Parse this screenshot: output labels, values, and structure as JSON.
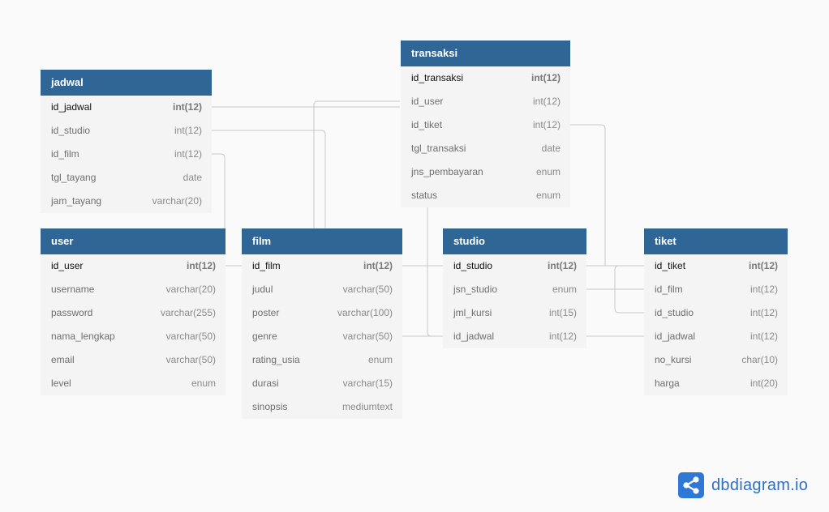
{
  "brand": {
    "name": "dbdiagram.io",
    "icon": "share-nodes-icon",
    "color": "#2f78d6"
  },
  "colors": {
    "header": "#2f6696",
    "body": "#f4f4f4",
    "connector": "#c8c8c8",
    "background": "#fafafa"
  },
  "tables": {
    "jadwal": {
      "name": "jadwal",
      "fields": [
        {
          "name": "id_jadwal",
          "type": "int(12)",
          "pk": true
        },
        {
          "name": "id_studio",
          "type": "int(12)"
        },
        {
          "name": "id_film",
          "type": "int(12)"
        },
        {
          "name": "tgl_tayang",
          "type": "date"
        },
        {
          "name": "jam_tayang",
          "type": "varchar(20)"
        }
      ]
    },
    "transaksi": {
      "name": "transaksi",
      "fields": [
        {
          "name": "id_transaksi",
          "type": "int(12)",
          "pk": true
        },
        {
          "name": "id_user",
          "type": "int(12)"
        },
        {
          "name": "id_tiket",
          "type": "int(12)"
        },
        {
          "name": "tgl_transaksi",
          "type": "date"
        },
        {
          "name": "jns_pembayaran",
          "type": "enum"
        },
        {
          "name": "status",
          "type": "enum"
        }
      ]
    },
    "user": {
      "name": "user",
      "fields": [
        {
          "name": "id_user",
          "type": "int(12)",
          "pk": true
        },
        {
          "name": "username",
          "type": "varchar(20)"
        },
        {
          "name": "password",
          "type": "varchar(255)"
        },
        {
          "name": "nama_lengkap",
          "type": "varchar(50)"
        },
        {
          "name": "email",
          "type": "varchar(50)"
        },
        {
          "name": "level",
          "type": "enum"
        }
      ]
    },
    "film": {
      "name": "film",
      "fields": [
        {
          "name": "id_film",
          "type": "int(12)",
          "pk": true
        },
        {
          "name": "judul",
          "type": "varchar(50)"
        },
        {
          "name": "poster",
          "type": "varchar(100)"
        },
        {
          "name": "genre",
          "type": "varchar(50)"
        },
        {
          "name": "rating_usia",
          "type": "enum"
        },
        {
          "name": "durasi",
          "type": "varchar(15)"
        },
        {
          "name": "sinopsis",
          "type": "mediumtext"
        }
      ]
    },
    "studio": {
      "name": "studio",
      "fields": [
        {
          "name": "id_studio",
          "type": "int(12)",
          "pk": true
        },
        {
          "name": "jsn_studio",
          "type": "enum"
        },
        {
          "name": "jml_kursi",
          "type": "int(15)"
        },
        {
          "name": "id_jadwal",
          "type": "int(12)"
        }
      ]
    },
    "tiket": {
      "name": "tiket",
      "fields": [
        {
          "name": "id_tiket",
          "type": "int(12)",
          "pk": true
        },
        {
          "name": "id_film",
          "type": "int(12)"
        },
        {
          "name": "id_studio",
          "type": "int(12)"
        },
        {
          "name": "id_jadwal",
          "type": "int(12)"
        },
        {
          "name": "no_kursi",
          "type": "char(10)"
        },
        {
          "name": "harga",
          "type": "int(20)"
        }
      ]
    }
  }
}
